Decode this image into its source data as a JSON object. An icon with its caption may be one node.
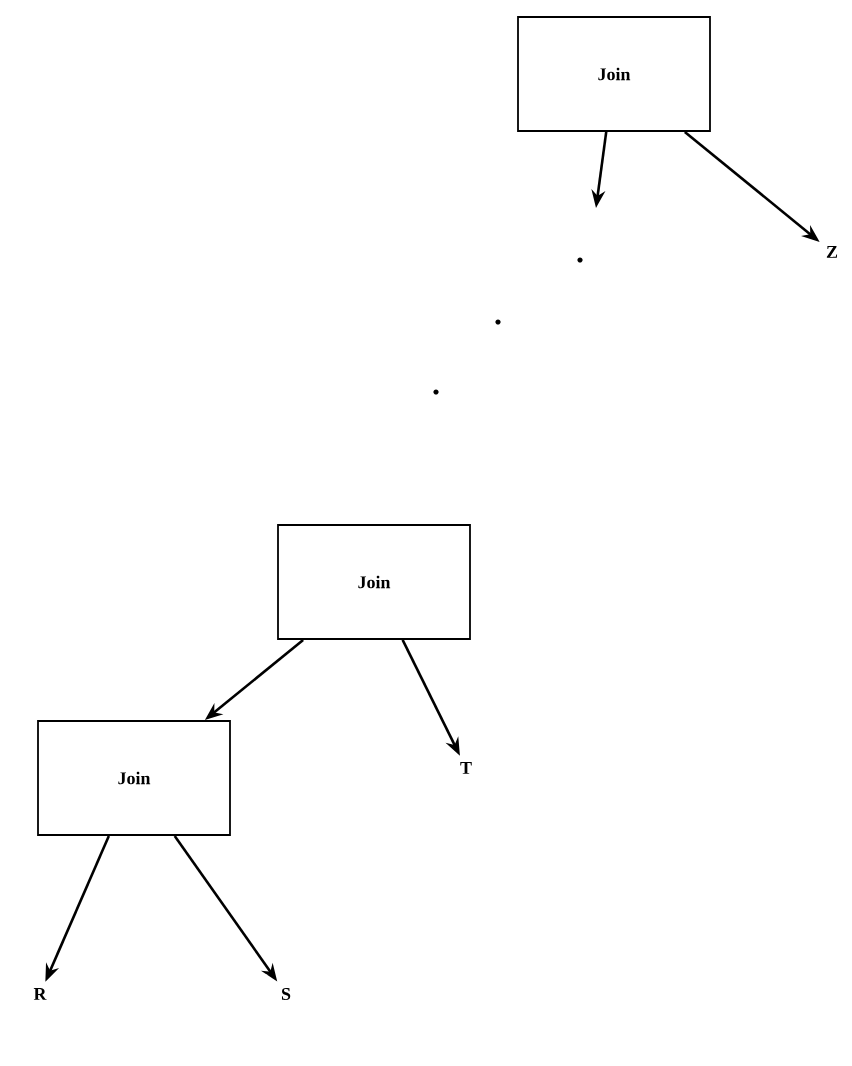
{
  "diagram": {
    "nodes": [
      {
        "text": [
          "Join"
        ]
      },
      {
        "text": [
          "Z"
        ]
      },
      {
        "text": [
          "Join"
        ]
      },
      {
        "text": [
          "T"
        ]
      },
      {
        "text": [
          "Join"
        ]
      },
      {
        "text": [
          "R"
        ]
      },
      {
        "text": [
          "S"
        ]
      }
    ],
    "edges": [
      {
        "from": 0,
        "to": null,
        "arrow": "to"
      },
      {
        "from": 0,
        "to": 1,
        "arrow": "to"
      },
      {
        "from": 2,
        "to": 4,
        "arrow": "to"
      },
      {
        "from": 2,
        "to": 3,
        "arrow": "to"
      },
      {
        "from": 4,
        "to": 5,
        "arrow": "to"
      },
      {
        "from": 4,
        "to": 6,
        "arrow": "to"
      }
    ]
  }
}
